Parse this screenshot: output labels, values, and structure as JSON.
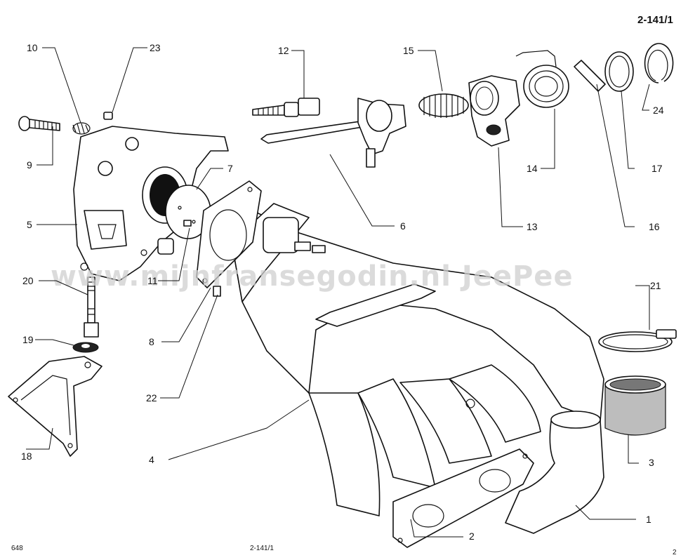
{
  "sheet_code": "2-141/1",
  "watermark": "www.mijnfransegodin.nl   JeePee",
  "footer": {
    "left": "648",
    "center": "2-141/1",
    "right": "2"
  },
  "callouts": {
    "c1": "1",
    "c2": "2",
    "c3": "3",
    "c4": "4",
    "c5": "5",
    "c6": "6",
    "c7": "7",
    "c8": "8",
    "c9": "9",
    "c10": "10",
    "c11": "11",
    "c12": "12",
    "c13": "13",
    "c14": "14",
    "c15": "15",
    "c16": "16",
    "c17": "17",
    "c18": "18",
    "c19": "19",
    "c20": "20",
    "c21": "21",
    "c22": "22",
    "c23": "23",
    "c24": "24"
  }
}
